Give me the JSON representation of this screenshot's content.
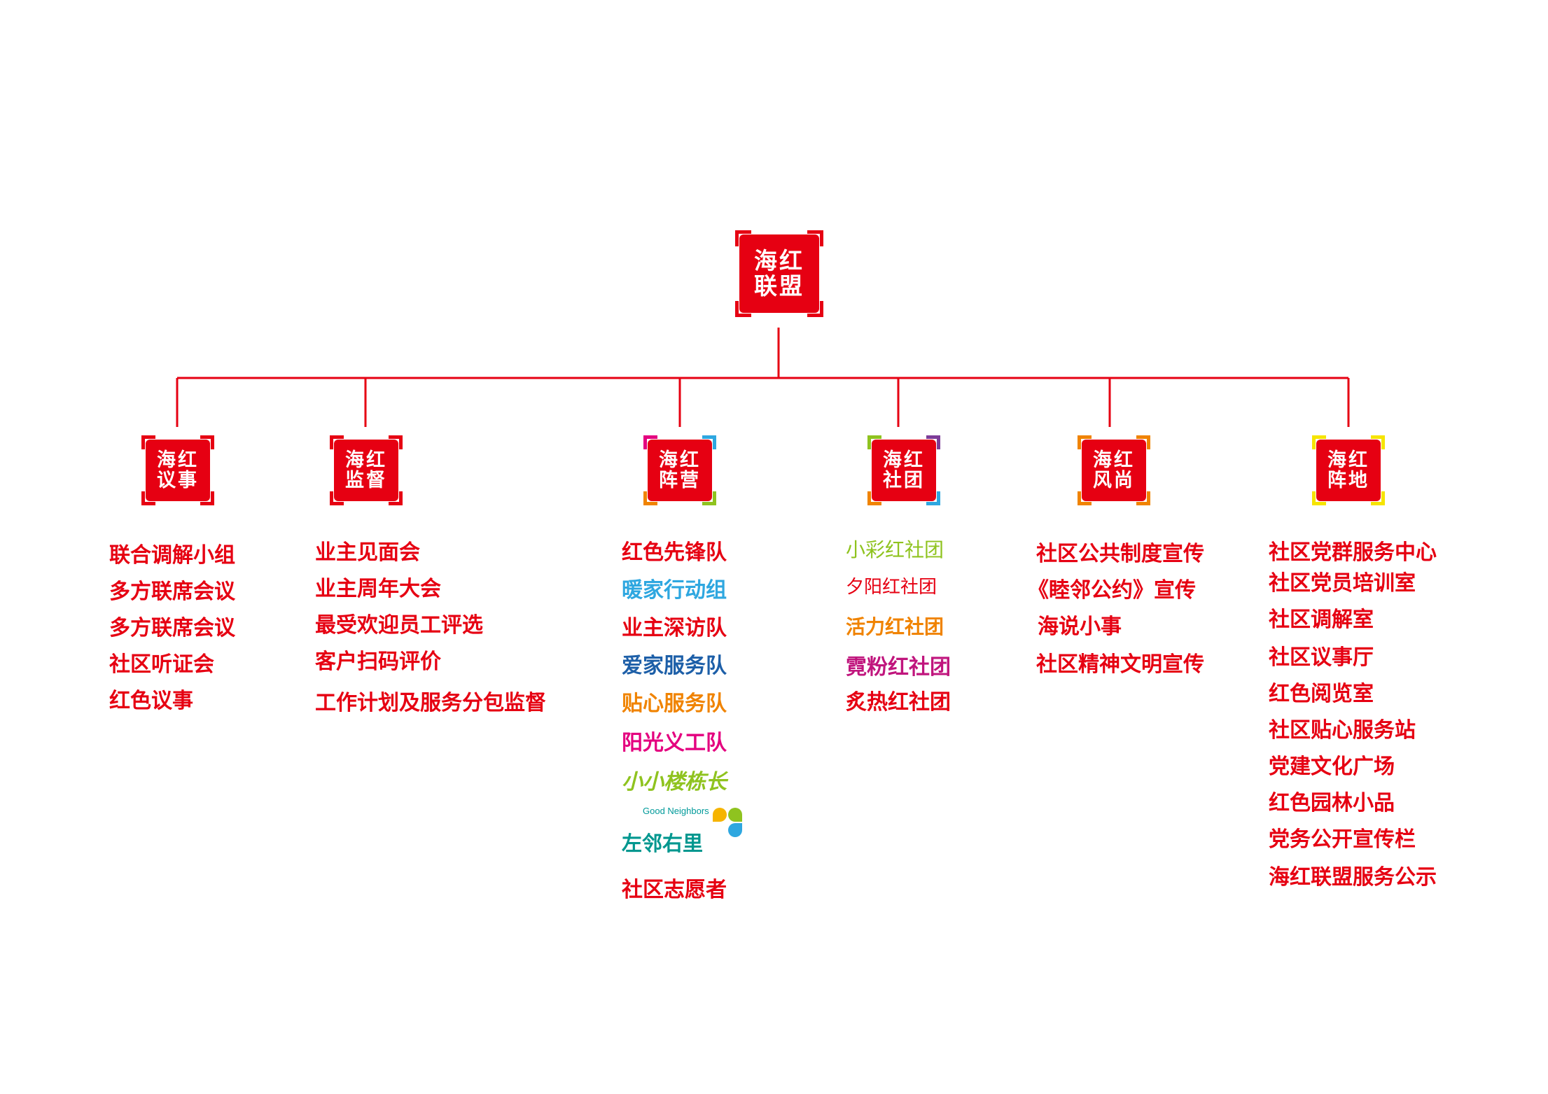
{
  "root": {
    "line1": "海红",
    "line2": "联盟"
  },
  "branches": [
    {
      "line1": "海红",
      "line2": "议事",
      "items": [
        "联合调解小组",
        "多方联席会议",
        "多方联席会议",
        "社区听证会",
        "红色议事"
      ]
    },
    {
      "line1": "海红",
      "line2": "监督",
      "items": [
        "业主见面会",
        "业主周年大会",
        "最受欢迎员工评选",
        "客户扫码评价",
        "工作计划及服务分包监督"
      ]
    },
    {
      "line1": "海红",
      "line2": "阵营",
      "items": [
        "红色先锋队",
        "暖家行动组",
        "业主深访队",
        "爱家服务队",
        "贴心服务队",
        "阳光义工队",
        "小小楼栋长",
        "左邻右里",
        "社区志愿者"
      ],
      "good_neighbors": "Good Neighbors"
    },
    {
      "line1": "海红",
      "line2": "社团",
      "items": [
        "小彩红社团",
        "夕阳红社团",
        "活力红社团",
        "霓粉红社团",
        "炙热红社团"
      ]
    },
    {
      "line1": "海红",
      "line2": "风尚",
      "items": [
        "社区公共制度宣传",
        "《睦邻公约》宣传",
        "海说小事",
        "社区精神文明宣传"
      ]
    },
    {
      "line1": "海红",
      "line2": "阵地",
      "items": [
        "社区党群服务中心",
        "社区党员培训室",
        "社区调解室",
        "社区议事厅",
        "红色阅览室",
        "社区贴心服务站",
        "党建文化广场",
        "红色园林小品",
        "党务公开宣传栏",
        "海红联盟服务公示"
      ]
    }
  ],
  "colors": {
    "primary_red": "#e60012",
    "line_red": "#e60012",
    "blue": "#2ea7e0",
    "dark_blue": "#1d5fa8",
    "orange": "#f08300",
    "magenta": "#e4007f",
    "green": "#8fc31f",
    "purple": "#7d3c98",
    "yellow": "#f6e400",
    "teal": "#00978f"
  }
}
